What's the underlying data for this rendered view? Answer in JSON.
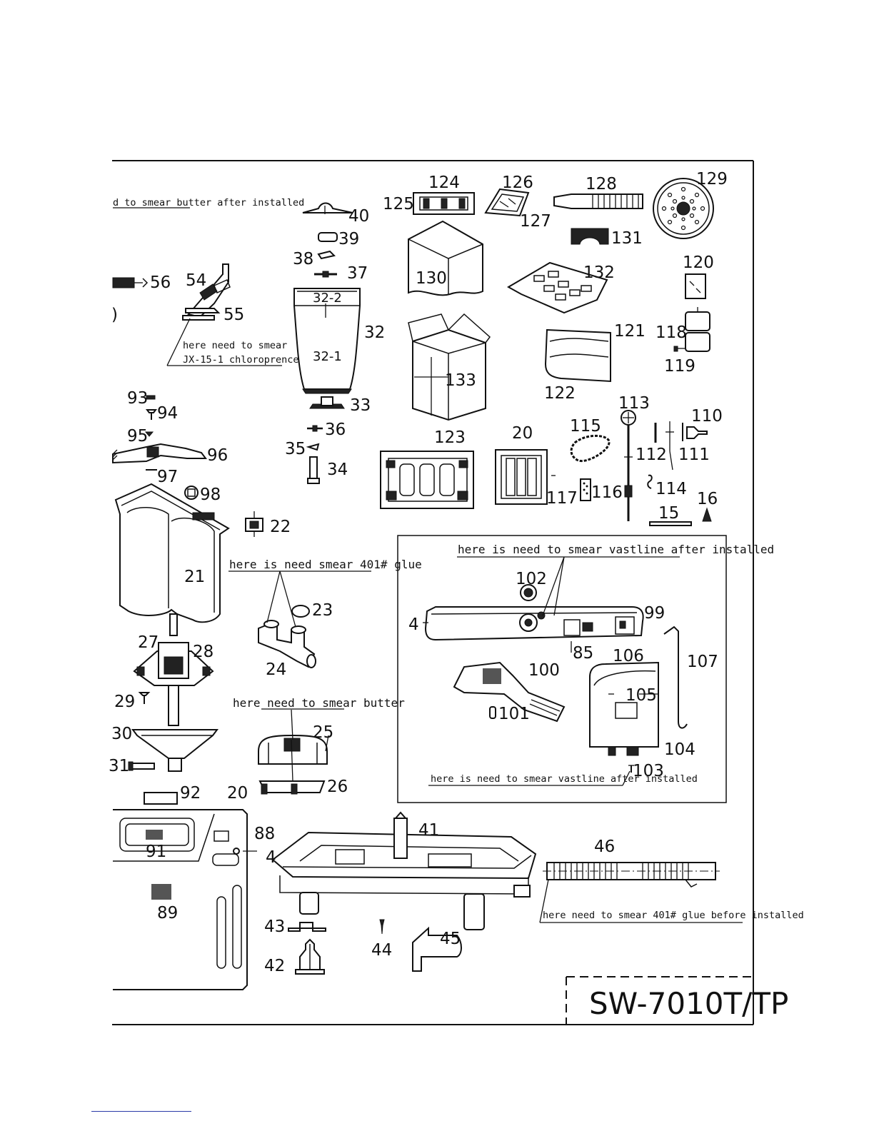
{
  "drawing": {
    "model": "SW-7010T/TP",
    "labels": {
      "l124": "124",
      "l125": "125",
      "l126": "126",
      "l127": "127",
      "l128": "128",
      "l129": "129",
      "l131": "131",
      "l130": "130",
      "l132": "132",
      "l120": "120",
      "l121": "121",
      "l122": "122",
      "l118": "118",
      "l119": "119",
      "l133": "133",
      "l40": "40",
      "l39": "39",
      "l38": "38",
      "l37": "37",
      "l32_2": "32-2",
      "l32": "32",
      "l32_1": "32-1",
      "l33": "33",
      "l36": "36",
      "l35": "35",
      "l34": "34",
      "l56": "56",
      "l54": "54",
      "l55": "55",
      "l0": ")",
      "l93": "93",
      "l94": "94",
      "l95": "95",
      "l96": "96",
      "l97": "97",
      "l98": "98",
      "l22": "22",
      "l21": "21",
      "l23": "23",
      "l24": "24",
      "l27": "27",
      "l28": "28",
      "l29": "29",
      "l30": "30",
      "l31": "31",
      "l25": "25",
      "l26": "26",
      "l92": "92",
      "l20a": "20",
      "l91": "91",
      "l89": "89",
      "l88": "88",
      "l4a": "4",
      "l41": "41",
      "l43": "43",
      "l42": "42",
      "l44": "44",
      "l45": "45",
      "l46": "46",
      "l123": "123",
      "l20": "20",
      "l117": "117",
      "l116": "116",
      "l115": "115",
      "l113": "113",
      "l112": "112",
      "l111": "111",
      "l110": "110",
      "l114": "114",
      "l15": "15",
      "l16": "16",
      "l102": "102",
      "l4": "4",
      "l99": "99",
      "l85": "85",
      "l106": "106",
      "l107": "107",
      "l100": "100",
      "l105": "105",
      "l101": "101",
      "l104": "104",
      "l103": "103"
    },
    "notes": {
      "butter_top": "d to smear butter after installed",
      "chloroprene_1": "here need to smear",
      "chloroprene_2": "JX-15-1 chloroprence",
      "glue_401": "here is need smear 401# glue",
      "vaseline_top": "here is need to smear vastline after installed",
      "butter_mid": "here need to smear butter",
      "vaseline_bottom": "here is need to smear vastline after installed",
      "glue_401_before": "here need to smear 401# glue before installed"
    }
  }
}
